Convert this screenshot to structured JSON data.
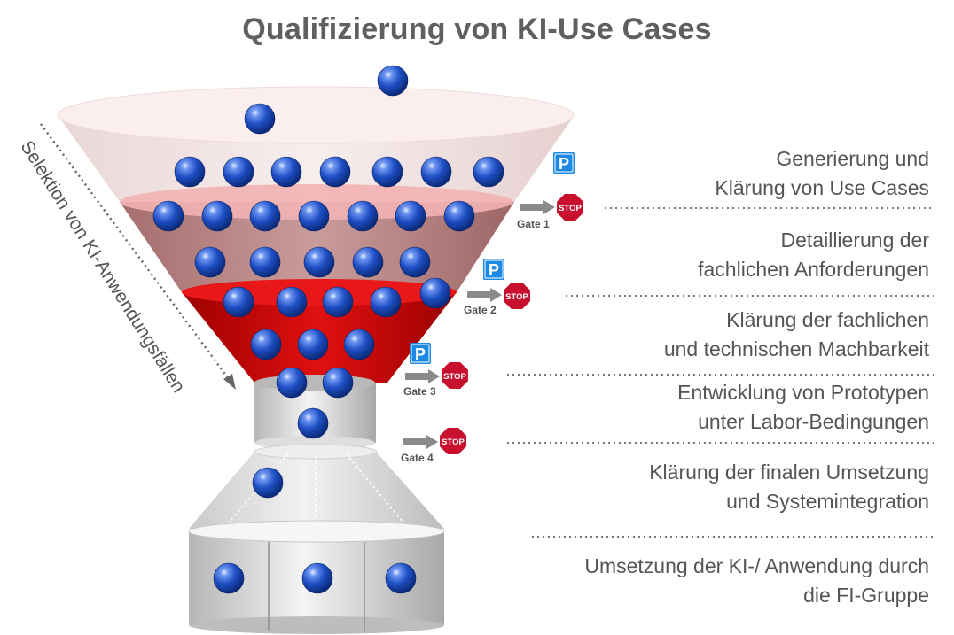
{
  "title": "Qualifizierung von KI-Use Cases",
  "side_label": "Selektion von KI-Anwendungsfällen",
  "stages": [
    {
      "line1": "Generierung und",
      "line2": "Klärung von Use Cases"
    },
    {
      "line1": "Detaillierung der",
      "line2": "fachlichen Anforderungen"
    },
    {
      "line1": "Klärung der fachlichen",
      "line2": "und technischen Machbarkeit"
    },
    {
      "line1": "Entwicklung von Prototypen",
      "line2": "unter Labor-Bedingungen"
    },
    {
      "line1": "Klärung der finalen Umsetzung",
      "line2": "und Systemintegration"
    },
    {
      "line1": "Umsetzung der KI-/ Anwendung durch",
      "line2": "die FI-Gruppe"
    }
  ],
  "gates": [
    {
      "label": "Gate 1",
      "stop": "STOP",
      "parking": "P"
    },
    {
      "label": "Gate 2",
      "stop": "STOP",
      "parking": "P"
    },
    {
      "label": "Gate 3",
      "stop": "STOP",
      "parking": "P"
    },
    {
      "label": "Gate 4",
      "stop": "STOP"
    }
  ],
  "colors": {
    "title": "#5f5f5f",
    "text": "#555555",
    "stop_sign": "#c8102e",
    "parking_sign": "#1e88e5",
    "ball": "#1f4fc4",
    "funnel_red": "#d00000",
    "cylinder_grey": "#cfcfcf"
  },
  "icons": {
    "ball": "blue-sphere-icon",
    "stop": "stop-sign-icon",
    "parking": "parking-sign-icon",
    "arrow": "gate-arrow-icon"
  }
}
